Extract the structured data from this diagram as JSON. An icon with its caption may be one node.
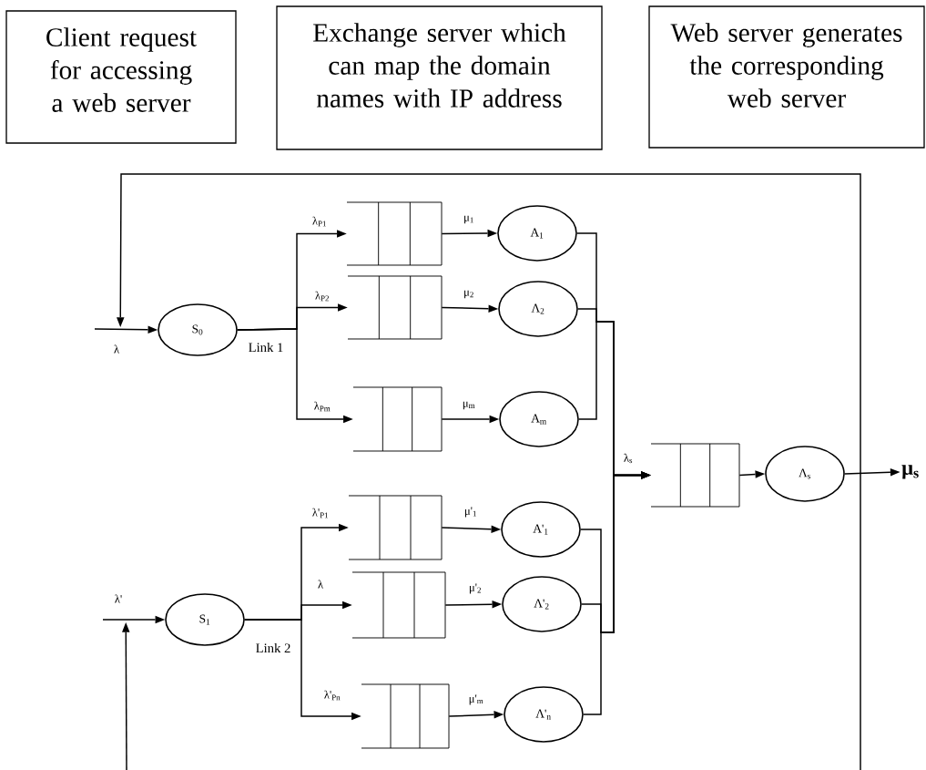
{
  "diagram": {
    "nodes": [
      {
        "text": [
          "Client request for accessing a web server"
        ]
      },
      {
        "text": [
          "Exchange server which can map the domain names with IP address"
        ]
      },
      {
        "text": [
          "Web server generates the corresponding web server"
        ]
      },
      {
        "text": [
          "S$_{0}$"
        ]
      },
      {
        "text": [
          "S$_{1}$"
        ]
      },
      {
        "text": [],
        "shape": "box"
      },
      {
        "text": [],
        "shape": "box"
      },
      {
        "text": [],
        "shape": "box"
      },
      {
        "text": [],
        "shape": "box"
      },
      {
        "text": [],
        "shape": "box"
      },
      {
        "text": [],
        "shape": "box"
      },
      {
        "text": [],
        "shape": "box"
      },
      {
        "text": [
          "A$_{1}$"
        ]
      },
      {
        "text": [
          "Λ$_{2}$"
        ]
      },
      {
        "text": [
          "A$_{m}$"
        ]
      },
      {
        "text": [
          "A'$_{1}$"
        ]
      },
      {
        "text": [
          "Λ'$_{2}$"
        ]
      },
      {
        "text": [
          "Λ'$_{n}$"
        ]
      },
      {
        "text": [
          "Λ$_{s}$"
        ]
      },
      {
        "text": [
          "μ$_{s}$"
        ]
      }
    ],
    "edges": [
      {
        "from": null,
        "to": 3,
        "arrow": "to",
        "label": "λ"
      },
      {
        "from": null,
        "to": 3,
        "arrow": "to"
      },
      {
        "from": 3,
        "to": 5,
        "arrow": "to",
        "label": "λ$_{P1}$"
      },
      {
        "from": 3,
        "to": 6,
        "arrow": "to",
        "label": "λ$_{P2}$"
      },
      {
        "from": 3,
        "to": 7,
        "arrow": "to",
        "label": "λ$_{Pm}$"
      },
      {
        "from": 5,
        "to": 12,
        "arrow": "to",
        "label": "μ$_{1}$"
      },
      {
        "from": 6,
        "to": 13,
        "arrow": "to",
        "label": "μ$_{2}$"
      },
      {
        "from": 7,
        "to": 14,
        "arrow": "to",
        "label": "μ$_{m}$"
      },
      {
        "from": null,
        "to": 4,
        "arrow": "to",
        "label": "λ'"
      },
      {
        "from": null,
        "to": 4,
        "arrow": "to"
      },
      {
        "from": 4,
        "to": 8,
        "arrow": "to",
        "label": "λ'$_{P1}$"
      },
      {
        "from": 4,
        "to": 9,
        "arrow": "to",
        "label": "λ"
      },
      {
        "from": 4,
        "to": 10,
        "arrow": "to",
        "label": "λ'$_{Pn}$"
      },
      {
        "from": 8,
        "to": 15,
        "arrow": "to",
        "label": "μ'$_{1}$"
      },
      {
        "from": 9,
        "to": 16,
        "arrow": "to",
        "label": "μ'$_{2}$"
      },
      {
        "from": 10,
        "to": 17,
        "arrow": "to",
        "label": "μ'$_{m}$"
      },
      {
        "from": 12,
        "to": 11,
        "arrow": "to",
        "label": "λ$_{s}$"
      },
      {
        "from": 13,
        "to": 11,
        "arrow": "to"
      },
      {
        "from": 14,
        "to": 11,
        "arrow": "to"
      },
      {
        "from": 15,
        "to": 11,
        "arrow": "to"
      },
      {
        "from": 16,
        "to": 11,
        "arrow": "to"
      },
      {
        "from": 17,
        "to": 11,
        "arrow": "to"
      },
      {
        "from": 11,
        "to": 18,
        "arrow": "to"
      },
      {
        "from": 18,
        "to": 19,
        "arrow": "to"
      }
    ],
    "labels": [
      "Link 1",
      "Link 2"
    ]
  }
}
